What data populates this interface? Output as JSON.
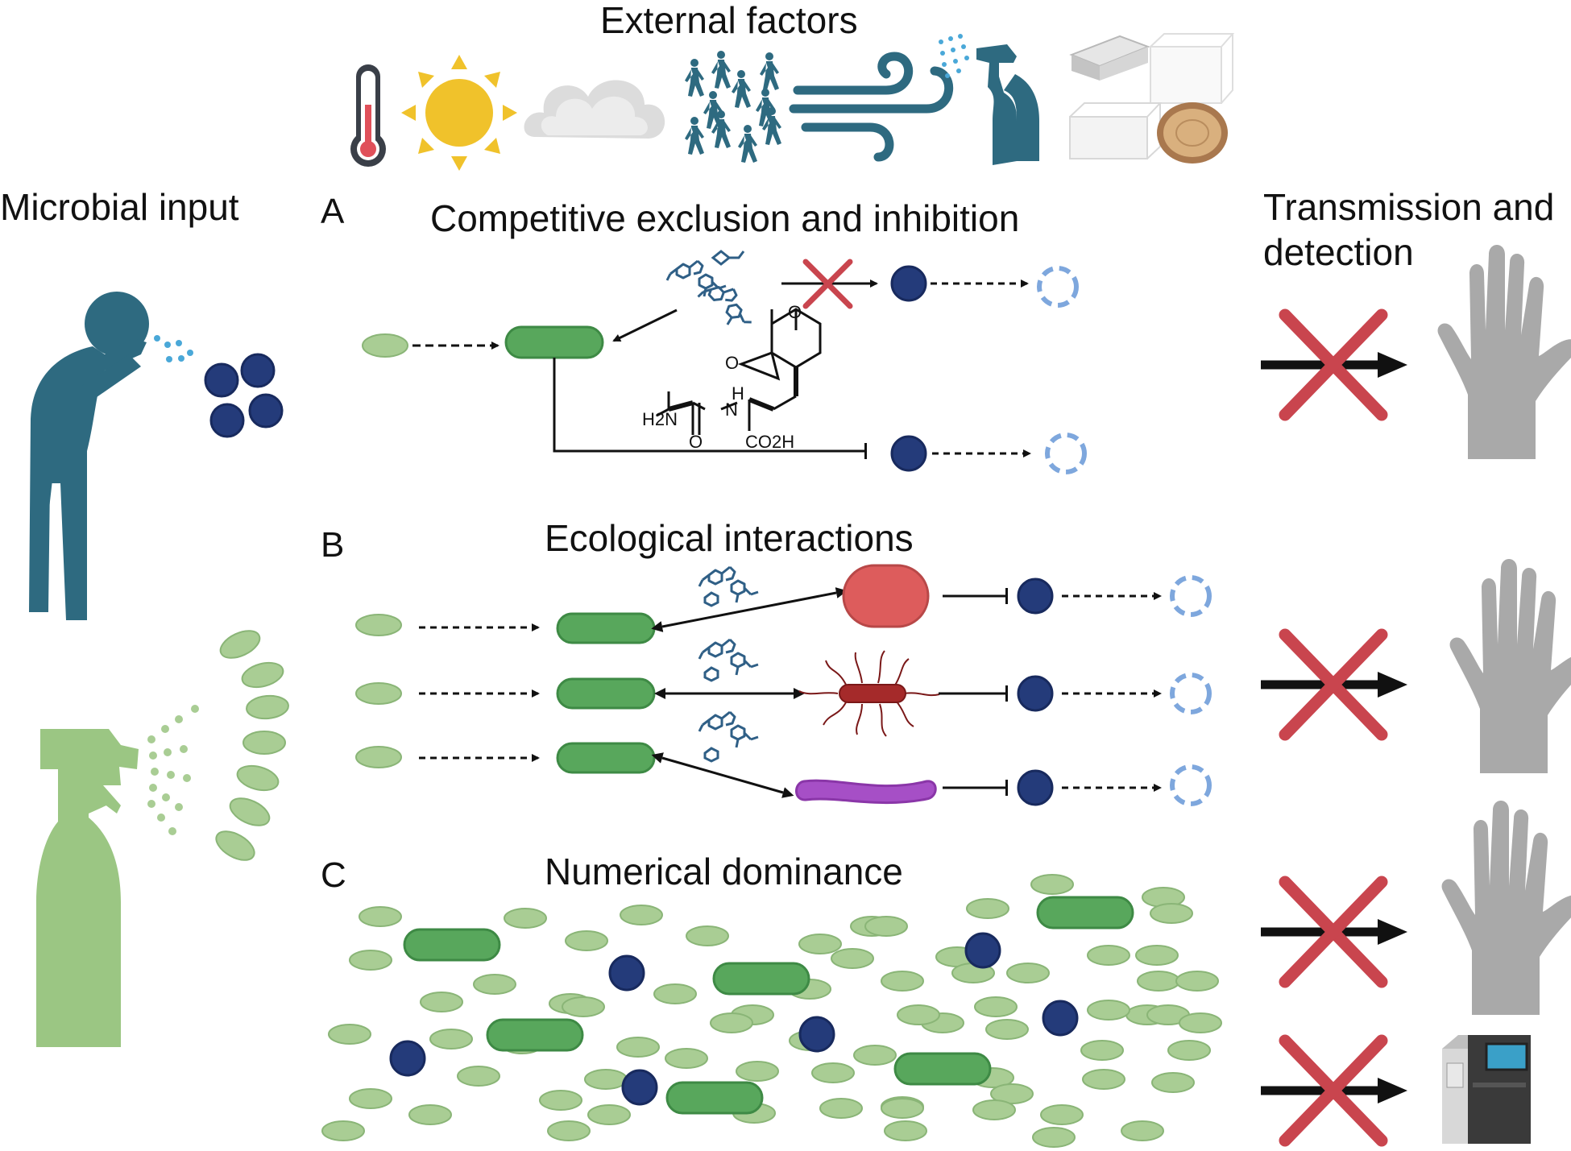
{
  "header": {
    "title": "External factors"
  },
  "left": {
    "title": "Microbial input"
  },
  "right": {
    "title_line1": "Transmission and",
    "title_line2": "detection"
  },
  "panels": [
    {
      "letter": "A",
      "title": "Competitive exclusion and inhibition"
    },
    {
      "letter": "B",
      "title": "Ecological interactions"
    },
    {
      "letter": "C",
      "title": "Numerical dominance"
    }
  ],
  "chemistry": {
    "o_ketone": "O",
    "o_epoxide": "O",
    "h": "H",
    "n": "N",
    "h2n": "H2N",
    "o_amide": "O",
    "co2h": "CO2H"
  },
  "icons": {
    "external_factors": [
      "thermometer-icon",
      "sun-icon",
      "cloud-icon",
      "crowd-icon",
      "wind-icon",
      "spray-bottle-icon",
      "surface-materials-icon"
    ],
    "outcome": [
      "blocked-arrow-icon",
      "hand-icon",
      "sequencer-icon"
    ]
  },
  "colors": {
    "figure_blue": "#2e6a80",
    "pathogen": "#243b7a",
    "probiotic_dark": "#58a75c",
    "probiotic_light": "#a9cd94",
    "cross_red": "#c9454e",
    "hand_gray": "#a9a9a9",
    "red_cell": "#dd5c5c",
    "purple_cell": "#a64fc6"
  }
}
